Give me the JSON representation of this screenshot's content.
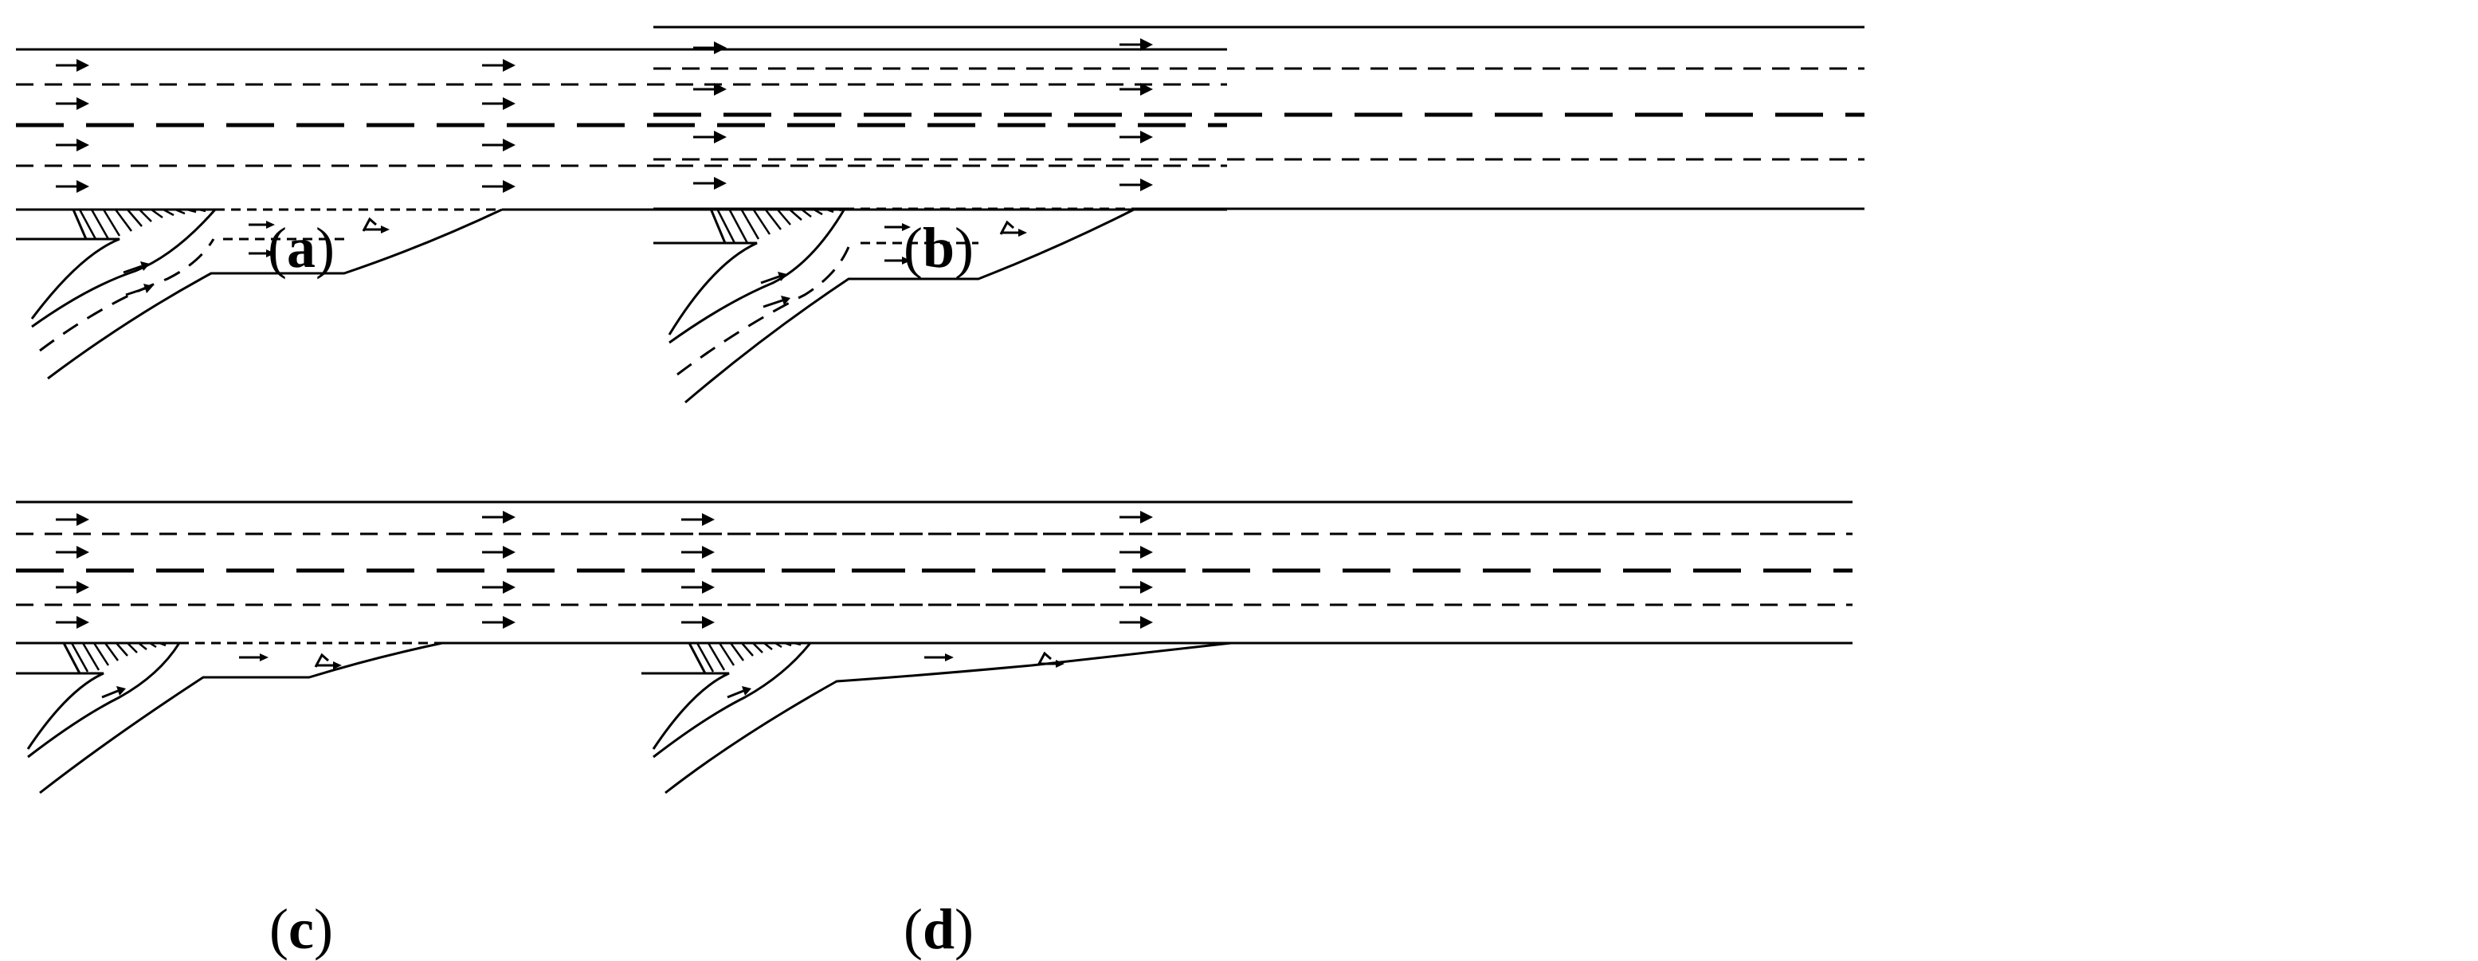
{
  "figure": {
    "panels": [
      {
        "id": "a",
        "caption": "a",
        "mainline_lanes": 4,
        "ramp_lanes": 2,
        "merge_arrow_count": 2
      },
      {
        "id": "b",
        "caption": "b",
        "mainline_lanes": 4,
        "ramp_lanes": 2,
        "merge_arrow_count": 2
      },
      {
        "id": "c",
        "caption": "c",
        "mainline_lanes": 4,
        "ramp_lanes": 1,
        "merge_arrow_count": 1
      },
      {
        "id": "d",
        "caption": "d",
        "mainline_lanes": 4,
        "ramp_lanes": 1,
        "merge_arrow_count": 1
      }
    ],
    "colors": {
      "line": "#000000",
      "background": "#ffffff"
    },
    "icons": [
      "lane-arrow-icon",
      "merge-arrow-icon",
      "gore-hatch",
      "vehicle-merge-icon"
    ]
  }
}
